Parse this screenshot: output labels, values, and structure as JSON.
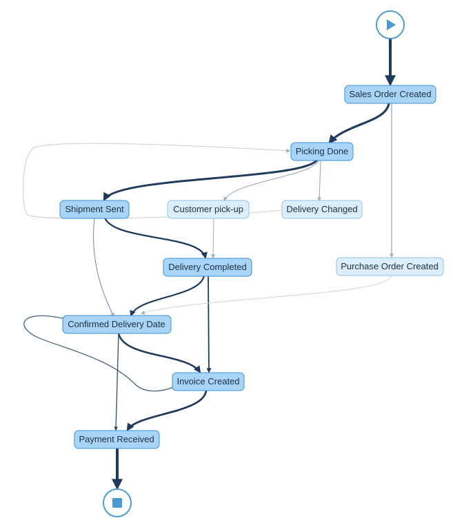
{
  "diagram": {
    "type": "process-map",
    "start": {
      "icon": "play-icon"
    },
    "end": {
      "icon": "stop-icon"
    },
    "nodes": [
      {
        "id": "sales-order-created",
        "label": "Sales Order Created",
        "style": "strong"
      },
      {
        "id": "picking-done",
        "label": "Picking Done",
        "style": "strong"
      },
      {
        "id": "shipment-sent",
        "label": "Shipment Sent",
        "style": "strong"
      },
      {
        "id": "customer-pick-up",
        "label": "Customer pick-up",
        "style": "light"
      },
      {
        "id": "delivery-changed",
        "label": "Delivery Changed",
        "style": "light"
      },
      {
        "id": "delivery-completed",
        "label": "Delivery Completed",
        "style": "strong"
      },
      {
        "id": "purchase-order-created",
        "label": "Purchase Order Created",
        "style": "light"
      },
      {
        "id": "confirmed-delivery-date",
        "label": "Confirmed Delivery Date",
        "style": "strong"
      },
      {
        "id": "invoice-created",
        "label": "Invoice Created",
        "style": "strong"
      },
      {
        "id": "payment-received",
        "label": "Payment Received",
        "style": "strong"
      }
    ],
    "edges": [
      {
        "from": "start",
        "to": "sales-order-created",
        "weight": 4
      },
      {
        "from": "sales-order-created",
        "to": "picking-done",
        "weight": 3
      },
      {
        "from": "sales-order-created",
        "to": "purchase-order-created",
        "weight": 1
      },
      {
        "from": "picking-done",
        "to": "shipment-sent",
        "weight": 3
      },
      {
        "from": "picking-done",
        "to": "customer-pick-up",
        "weight": 1
      },
      {
        "from": "picking-done",
        "to": "delivery-changed",
        "weight": 1
      },
      {
        "from": "delivery-changed",
        "to": "picking-done",
        "weight": 1
      },
      {
        "from": "shipment-sent",
        "to": "delivery-completed",
        "weight": 2
      },
      {
        "from": "shipment-sent",
        "to": "confirmed-delivery-date",
        "weight": 1
      },
      {
        "from": "customer-pick-up",
        "to": "delivery-completed",
        "weight": 1
      },
      {
        "from": "delivery-completed",
        "to": "confirmed-delivery-date",
        "weight": 2
      },
      {
        "from": "delivery-completed",
        "to": "invoice-created",
        "weight": 1
      },
      {
        "from": "purchase-order-created",
        "to": "confirmed-delivery-date",
        "weight": 1
      },
      {
        "from": "confirmed-delivery-date",
        "to": "invoice-created",
        "weight": 2
      },
      {
        "from": "confirmed-delivery-date",
        "to": "payment-received",
        "weight": 1
      },
      {
        "from": "invoice-created",
        "to": "confirmed-delivery-date",
        "weight": 1
      },
      {
        "from": "invoice-created",
        "to": "payment-received",
        "weight": 2
      },
      {
        "from": "payment-received",
        "to": "end",
        "weight": 4
      }
    ],
    "colors": {
      "node_strong_fill": "#a8d5f7",
      "node_light_fill": "#dcedfb",
      "node_stroke": "#3b8fd1",
      "node_text": "#1d2e44",
      "edge_dark": "#1f3a5c",
      "edge_light": "#b9c6d3",
      "terminal_stroke": "#4a9bd4",
      "terminal_fill": "#4a9bd4"
    }
  }
}
